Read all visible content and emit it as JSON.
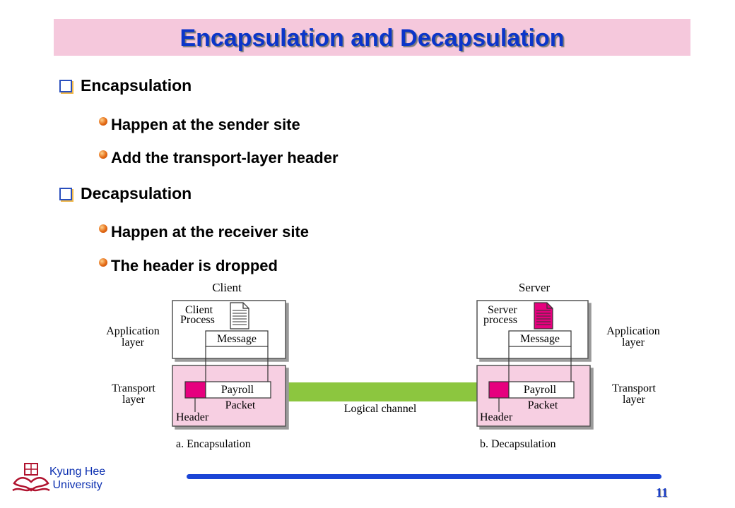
{
  "slide": {
    "title": "Encapsulation and Decapsulation",
    "page_number": "11"
  },
  "bullets": [
    {
      "label": "Encapsulation",
      "subitems": [
        "Happen at the sender site",
        "Add the transport-layer header"
      ]
    },
    {
      "label": "Decapsulation",
      "subitems": [
        "Happen at the receiver site",
        "The header is dropped"
      ]
    }
  ],
  "diagram": {
    "client_label": "Client",
    "server_label": "Server",
    "client_process_line1": "Client",
    "client_process_line2": "Process",
    "server_process_line1": "Server",
    "server_process_line2": "process",
    "message_label": "Message",
    "payroll_label": "Payroll",
    "packet_label": "Packet",
    "header_label": "Header",
    "logical_channel_label": "Logical channel",
    "application_layer_line1": "Application",
    "application_layer_line2": "layer",
    "transport_layer_line1": "Transport",
    "transport_layer_line2": "layer",
    "caption_left": "a. Encapsulation",
    "caption_right": "b. Decapsulation"
  },
  "footer": {
    "university_line1": "Kyung Hee",
    "university_line2": "University"
  },
  "colors": {
    "title_band": "#f5c8dc",
    "title_text": "#0b35c9",
    "transport_box": "#f7cfe2",
    "header_block": "#e6007e",
    "channel": "#8cc63f",
    "footer_line": "#1b45d6"
  }
}
